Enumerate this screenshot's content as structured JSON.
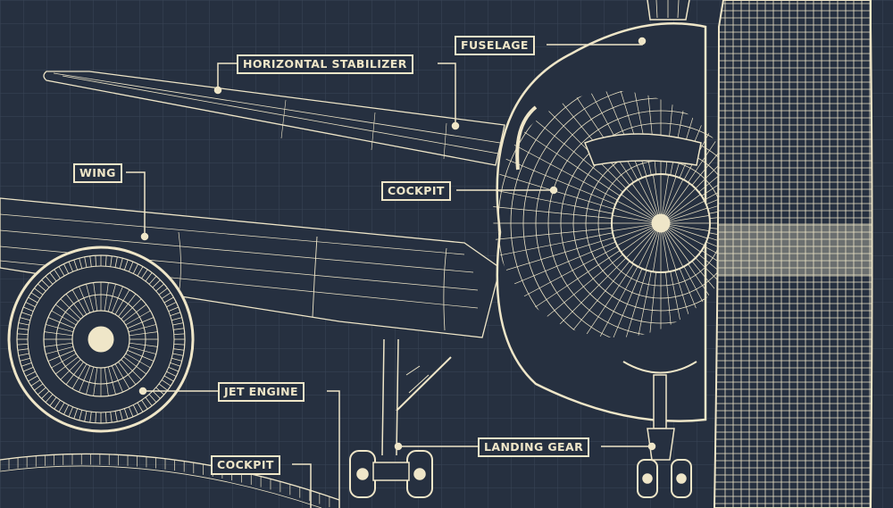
{
  "colors": {
    "background": "#263040",
    "grid": "#3a4657",
    "ink": "#efe6c8"
  },
  "labels": {
    "fuselage": "FUSELAGE",
    "horizontal_stabilizer": "HORIZONTAL STABILIZER",
    "wing": "WING",
    "cockpit_upper": "COCKPIT",
    "jet_engine": "JET ENGINE",
    "landing_gear": "LANDING GEAR",
    "cockpit_lower": "COCKPIT"
  }
}
